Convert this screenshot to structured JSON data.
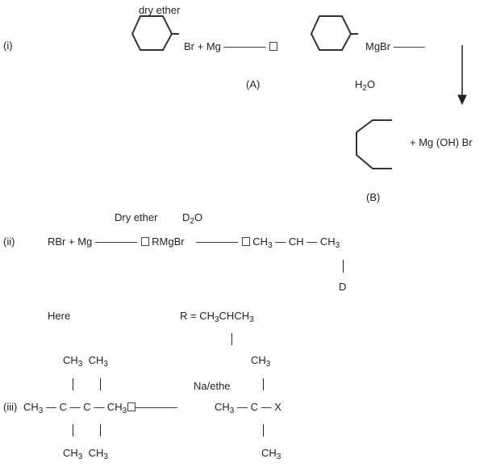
{
  "reaction_i": {
    "label": "(i)",
    "condition": "dry ether",
    "reactant_text": "Br + Mg",
    "product_a_text": "MgBr",
    "product_a_label": "(A)",
    "water": {
      "main": "H",
      "sub": "2",
      "rest": "O"
    },
    "product_b_text": "+ Mg (OH) Br",
    "product_b_label": "(B)"
  },
  "reaction_ii": {
    "label": "(ii)",
    "condition_1": "Dry ether",
    "condition_2": {
      "main": "D",
      "sub": "2",
      "rest": "O"
    },
    "reactants": "RBr + Mg",
    "intermediate": "RMgBr",
    "product": {
      "p1": "CH",
      "s1": "3",
      "p2": "— CH — CH",
      "s2": "3"
    },
    "substituent": "D",
    "here": "Here",
    "r_def": {
      "p1": "R = CH",
      "s1": "3",
      "p2": "CHCH",
      "s2": "3"
    }
  },
  "reaction_iii": {
    "label": "(iii)",
    "top_methyls": {
      "p1": "CH",
      "s1": "3",
      "p2": "CH",
      "s2": "3"
    },
    "main_chain": {
      "p1": "CH",
      "s1": "3",
      "p2": "— C — C — CH",
      "s2": "3"
    },
    "bottom_methyls": {
      "p1": "CH",
      "s1": "3",
      "p2": "CH",
      "s2": "3"
    },
    "condition": "Na/ethe",
    "product_top": {
      "p1": "CH",
      "s1": "3"
    },
    "product_chain": {
      "p1": "CH",
      "s1": "3",
      "p2": "— C — X"
    },
    "product_bottom": {
      "p1": "CH",
      "s1": "3"
    }
  }
}
